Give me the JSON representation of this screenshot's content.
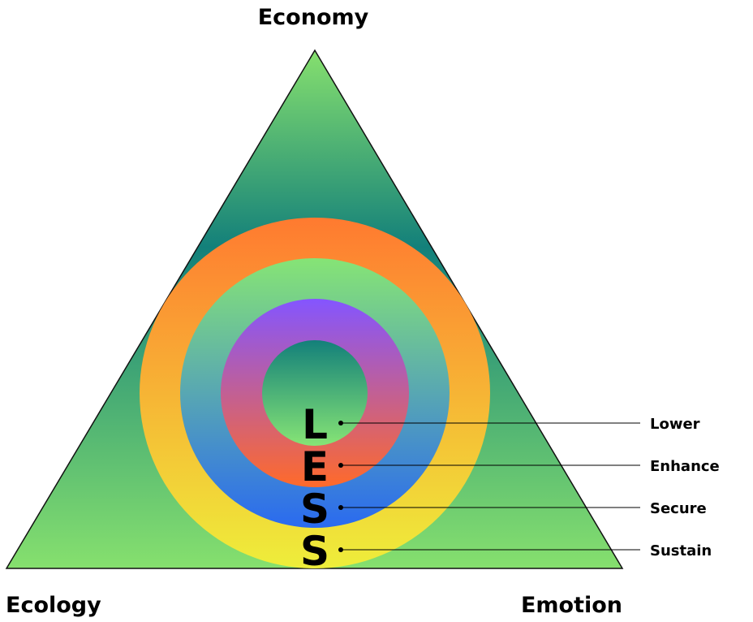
{
  "triangle": {
    "top_label": "Economy",
    "left_label": "Ecology",
    "right_label": "Emotion"
  },
  "acronym": {
    "letters": [
      "L",
      "E",
      "S",
      "S"
    ],
    "words": [
      "Lower",
      "Enhance",
      "Secure",
      "Sustain"
    ]
  },
  "colors": {
    "triangle_light": "#86e06e",
    "triangle_dark": "#13807a",
    "ring_outer_top": "#ff7a30",
    "ring_outer_bottom": "#eeee3a",
    "ring_second_top": "#86e475",
    "ring_second_bottom": "#2a6af0",
    "ring_third_top": "#8455ff",
    "ring_third_bottom": "#ff6a2a",
    "core_top": "#13807a",
    "core_bottom": "#86e475",
    "text": "#000000"
  }
}
